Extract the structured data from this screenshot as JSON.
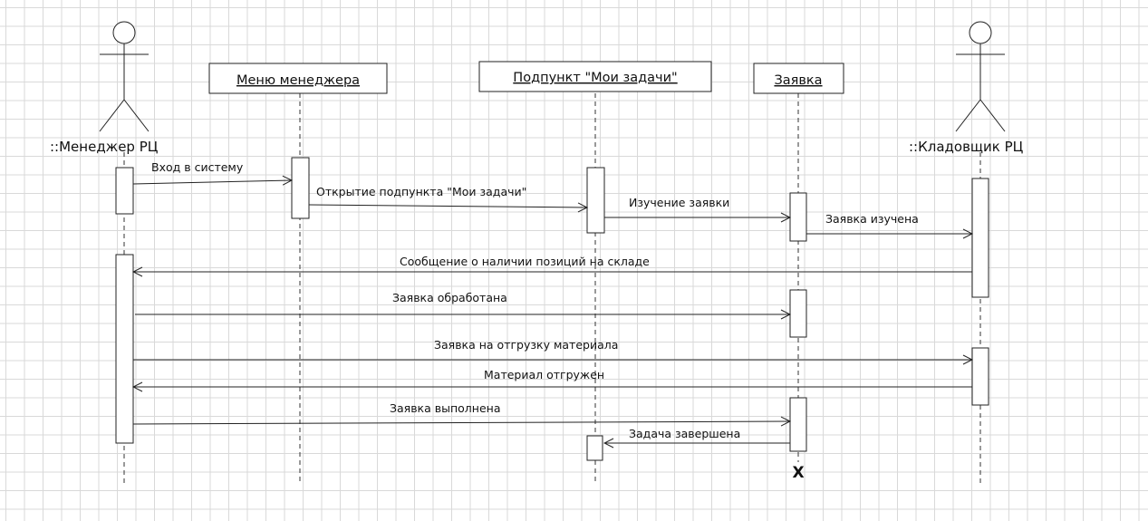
{
  "actors": {
    "manager": {
      "label": "::Менеджер РЦ",
      "icon": "stick-figure-icon"
    },
    "storekeeper": {
      "label": "::Кладовщик РЦ",
      "icon": "stick-figure-icon"
    }
  },
  "objects": {
    "menu": {
      "label": "Меню менеджера"
    },
    "tasks": {
      "label": "Подпункт \"Мои задачи\""
    },
    "request": {
      "label": "Заявка"
    }
  },
  "messages": {
    "m1": "Вход в систему",
    "m2": "Открытие подпункта \"Мои задачи\"",
    "m3": "Изучение заявки",
    "m4": "Заявка изучена",
    "m5": "Сообщение о наличии позиций на складе",
    "m6": "Заявка обработана",
    "m7": "Заявка на отгрузку материала",
    "m8": "Материал отгружен",
    "m9": "Заявка выполнена",
    "m10": "Задача завершена"
  },
  "destroy_mark": "X",
  "colors": {
    "line": "#222222",
    "grid": "#d9d9d9",
    "background": "#ffffff"
  }
}
